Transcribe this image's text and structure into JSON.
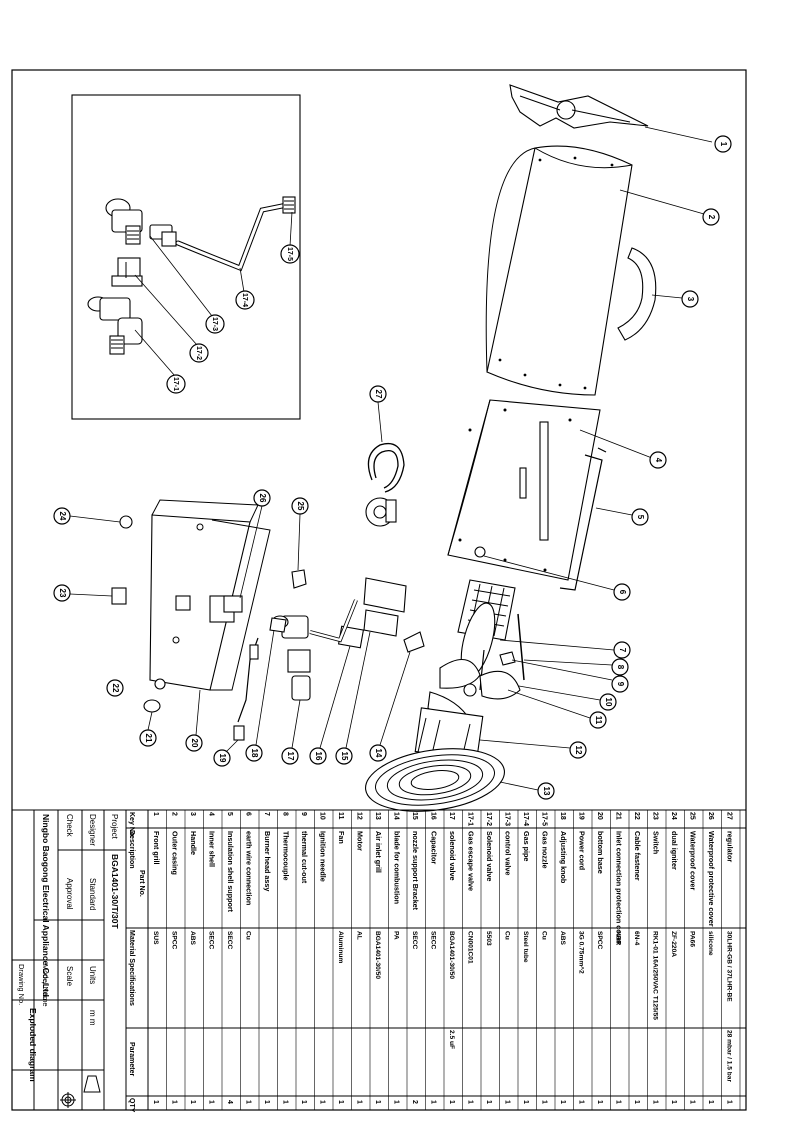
{
  "title_block": {
    "project_label": "Project",
    "project_value": "BGA1401-30/T/30T",
    "designer_label": "Designer",
    "standard_label": "Standard",
    "check_label": "Check",
    "approval_label": "Approval",
    "company": "Ningbo Baogong Electrical Appliance Co.,Ltd.",
    "units_label": "Units",
    "units_value": "m m",
    "scale_label": "Scale",
    "model_name_label": "Model Name",
    "drawing_no_label": "Drawing No.",
    "drawing_type": "Exploded diagram"
  },
  "bom": {
    "headers": {
      "key_no": "Key No.",
      "part_no": "Part No.",
      "description": "Description",
      "material": "Material Specifications",
      "parameter": "Parameter",
      "qty": "QTY"
    },
    "rows": [
      {
        "key": "1",
        "desc": "Front grill",
        "mat": "SUS",
        "param": "",
        "qty": "1"
      },
      {
        "key": "2",
        "desc": "Outer casing",
        "mat": "SPCC",
        "param": "",
        "qty": "1"
      },
      {
        "key": "3",
        "desc": "Handle",
        "mat": "ABS",
        "param": "",
        "qty": "1"
      },
      {
        "key": "4",
        "desc": "Inner shell",
        "mat": "SECC",
        "param": "",
        "qty": "1"
      },
      {
        "key": "5",
        "desc": "Insulation shell support",
        "mat": "SECC",
        "param": "",
        "qty": "4"
      },
      {
        "key": "6",
        "desc": "earth wire connection",
        "mat": "Cu",
        "param": "",
        "qty": "1"
      },
      {
        "key": "7",
        "desc": "Burner head assy",
        "mat": "",
        "param": "",
        "qty": "1"
      },
      {
        "key": "8",
        "desc": "Thermocouple",
        "mat": "",
        "param": "",
        "qty": "1"
      },
      {
        "key": "9",
        "desc": "thermal cut-out",
        "mat": "",
        "param": "",
        "qty": "1"
      },
      {
        "key": "10",
        "desc": "Ignition needle",
        "mat": "",
        "param": "",
        "qty": "1"
      },
      {
        "key": "11",
        "desc": "Fan",
        "mat": "Aluminum",
        "param": "",
        "qty": "1"
      },
      {
        "key": "12",
        "desc": "Motor",
        "mat": "AL",
        "param": "",
        "qty": "1"
      },
      {
        "key": "13",
        "desc": "Air inlet grill",
        "mat": "BGA1401-30/50",
        "param": "",
        "qty": "1"
      },
      {
        "key": "14",
        "desc": "blade for combustion",
        "mat": "PA",
        "param": "",
        "qty": "1"
      },
      {
        "key": "15",
        "desc": "nozzle support Bracket",
        "mat": "SECC",
        "param": "",
        "qty": "2"
      },
      {
        "key": "16",
        "desc": "Capacitor",
        "mat": "SECC",
        "param": "",
        "qty": "1"
      },
      {
        "key": "17",
        "desc": "solenoid valve",
        "mat": "BGA1401-30/50",
        "param": "2.5 uF",
        "qty": "1"
      },
      {
        "key": "17-1",
        "desc": "Gas escape valve",
        "mat": "CN001C01",
        "param": "",
        "qty": "1"
      },
      {
        "key": "17-2",
        "desc": "Solenoid valve",
        "mat": "5503",
        "param": "",
        "qty": "1"
      },
      {
        "key": "17-3",
        "desc": "control valve",
        "mat": "Cu",
        "param": "",
        "qty": "1"
      },
      {
        "key": "17-4",
        "desc": "Gas pipe",
        "mat": "Steel tube",
        "param": "",
        "qty": "1"
      },
      {
        "key": "17-5",
        "desc": "Gas nozzle",
        "mat": "Cu",
        "param": "",
        "qty": "1"
      },
      {
        "key": "18",
        "desc": "Adjusting knob",
        "mat": "ABS",
        "param": "",
        "qty": "1"
      },
      {
        "key": "19",
        "desc": "Power cord",
        "mat": "3G 0.75mm^2",
        "param": "",
        "qty": "1"
      },
      {
        "key": "20",
        "desc": "bottom base",
        "mat": "SPCC",
        "param": "",
        "qty": "1"
      },
      {
        "key": "21",
        "desc": "Inlet connection protection cover",
        "mat": "NBR",
        "param": "",
        "qty": "1"
      },
      {
        "key": "22",
        "desc": "Cable fastener",
        "mat": "6N-4",
        "param": "",
        "qty": "1"
      },
      {
        "key": "23",
        "desc": "Switch",
        "mat": "RK1-01 16A/250VAC T125/55",
        "param": "",
        "qty": "1"
      },
      {
        "key": "24",
        "desc": "dual igniter",
        "mat": "ZF-220A",
        "param": "",
        "qty": "1"
      },
      {
        "key": "25",
        "desc": "Waterproof cover",
        "mat": "PA66",
        "param": "",
        "qty": "1"
      },
      {
        "key": "26",
        "desc": "Waterproof protective cover",
        "mat": "silicone",
        "param": "",
        "qty": "1"
      },
      {
        "key": "27",
        "desc": "regulator",
        "mat": "30LHR-GB / 37LHR-BE",
        "param": "28 mbar / 1.5 bar",
        "qty": "1"
      }
    ]
  },
  "callouts": {
    "c1": "1",
    "c2": "2",
    "c3": "3",
    "c4": "4",
    "c5": "5",
    "c6": "6",
    "c7": "7",
    "c8": "8",
    "c9": "9",
    "c10": "10",
    "c11": "11",
    "c12": "12",
    "c13": "13",
    "c14": "14",
    "c15": "15",
    "c16": "16",
    "c17": "17",
    "c18": "18",
    "c19": "19",
    "c20": "20",
    "c21": "21",
    "c22": "22",
    "c23": "23",
    "c24": "24",
    "c25": "25",
    "c26": "26",
    "c27": "27",
    "d1": "17-1",
    "d2": "17-2",
    "d3": "17-3",
    "d4": "17-4",
    "d5": "17-5"
  }
}
